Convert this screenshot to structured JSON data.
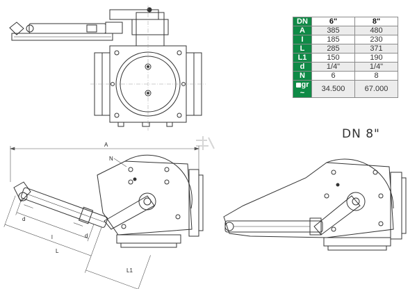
{
  "spec_table": {
    "header": {
      "key": "DN",
      "col1": "6\"",
      "col2": "8\""
    },
    "rows": [
      {
        "key": "A",
        "col1": "385",
        "col2": "480"
      },
      {
        "key": "I",
        "col1": "185",
        "col2": "230"
      },
      {
        "key": "L",
        "col1": "285",
        "col2": "371"
      },
      {
        "key": "L1",
        "col1": "150",
        "col2": "190"
      },
      {
        "key": "d",
        "col1": "1/4\"",
        "col2": "1/4\""
      },
      {
        "key": "N",
        "col1": "6",
        "col2": "8"
      },
      {
        "key": "gr ~",
        "col1": "34.500",
        "col2": "67.000",
        "icon": "weight-icon"
      }
    ]
  },
  "dn_label": "DN 8\"",
  "dimension_labels": {
    "A": "A",
    "N": "N",
    "d_top": "d",
    "l": "l",
    "L": "L",
    "d_bottom": "d",
    "L1": "L1"
  },
  "colors": {
    "header_green": "#0f8a46",
    "line": "#333333",
    "dimension": "#555555"
  }
}
